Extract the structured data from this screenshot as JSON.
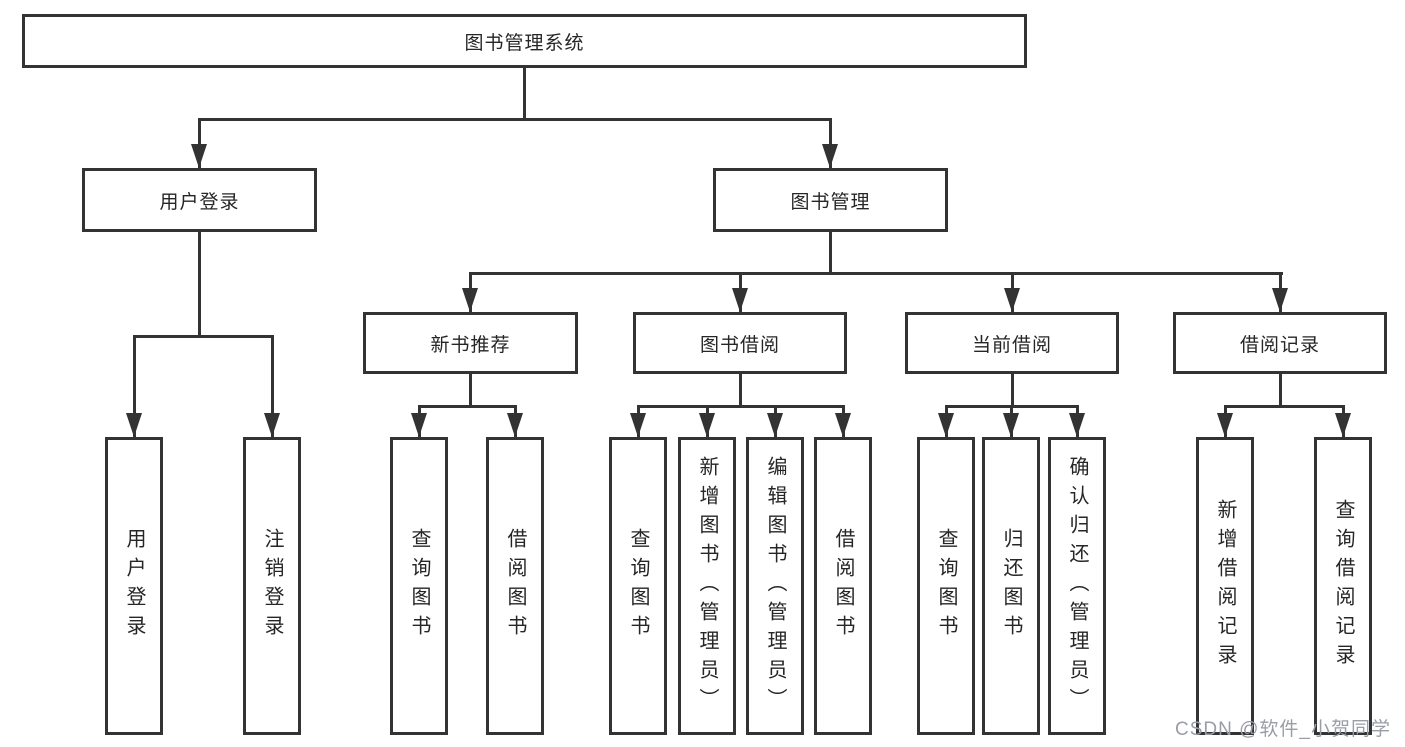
{
  "diagram": {
    "root": {
      "label": "图书管理系统"
    },
    "branches": [
      {
        "label": "用户登录",
        "children": [
          {
            "label": "用户登录"
          },
          {
            "label": "注销登录"
          }
        ]
      },
      {
        "label": "图书管理",
        "children": [
          {
            "label": "新书推荐",
            "children": [
              {
                "label": "查询图书"
              },
              {
                "label": "借阅图书"
              }
            ]
          },
          {
            "label": "图书借阅",
            "children": [
              {
                "label": "查询图书"
              },
              {
                "label": "新增图书（管理员）"
              },
              {
                "label": "编辑图书（管理员）"
              },
              {
                "label": "借阅图书"
              }
            ]
          },
          {
            "label": "当前借阅",
            "children": [
              {
                "label": "查询图书"
              },
              {
                "label": "归还图书"
              },
              {
                "label": "确认归还（管理员）"
              }
            ]
          },
          {
            "label": "借阅记录",
            "children": [
              {
                "label": "新增借阅记录"
              },
              {
                "label": "查询借阅记录"
              }
            ]
          }
        ]
      }
    ]
  },
  "watermark": {
    "text": "CSDN @软件_小贺同学"
  },
  "colors": {
    "line": "#333333",
    "box_border": "#333333",
    "box_fill": "#ffffff",
    "text": "#262626",
    "watermark": "#9a9da5",
    "background": "#ffffff"
  }
}
